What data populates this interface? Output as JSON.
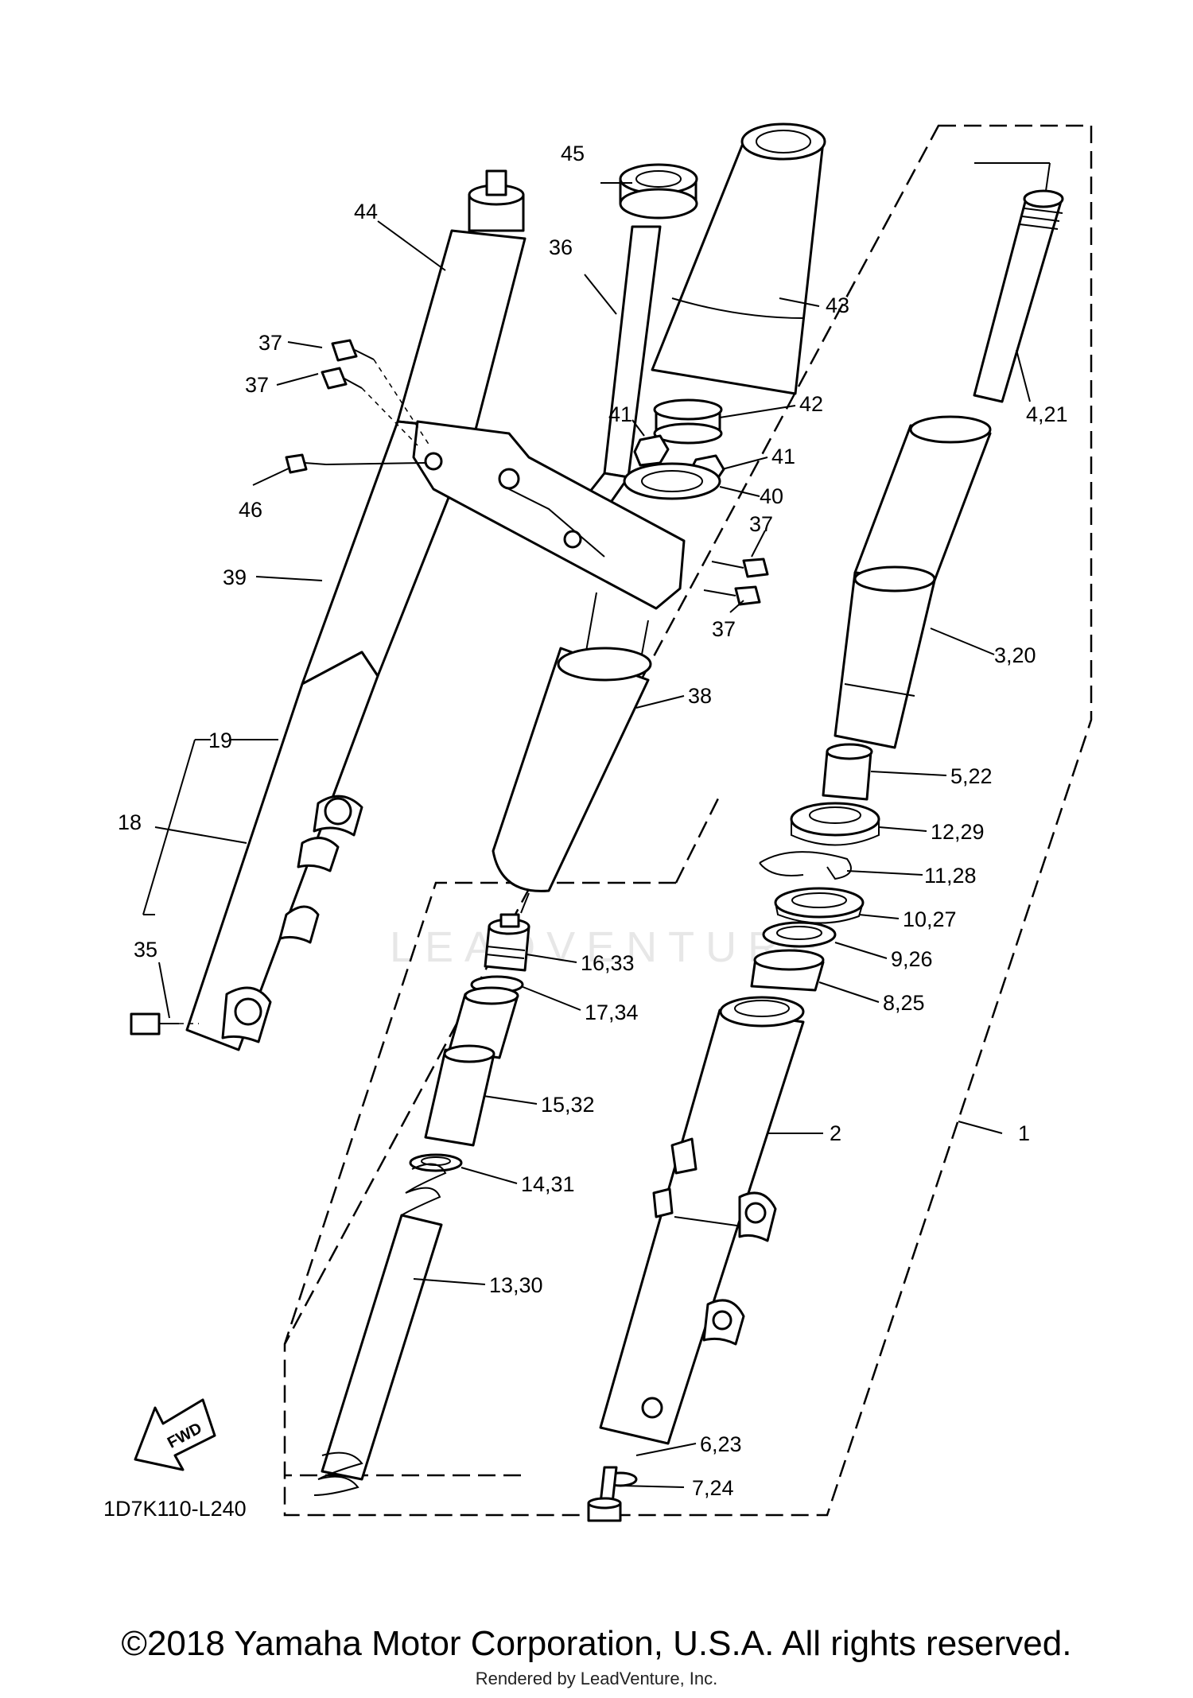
{
  "diagram": {
    "labels": {
      "p1": "1",
      "p2": "2",
      "p3_20": "3,20",
      "p4_21": "4,21",
      "p5_22": "5,22",
      "p6_23": "6,23",
      "p7_24": "7,24",
      "p8_25": "8,25",
      "p9_26": "9,26",
      "p10_27": "10,27",
      "p11_28": "11,28",
      "p12_29": "12,29",
      "p13_30": "13,30",
      "p14_31": "14,31",
      "p15_32": "15,32",
      "p16_33": "16,33",
      "p17_34": "17,34",
      "p18": "18",
      "p19": "19",
      "p35": "35",
      "p36": "36",
      "p37": "37",
      "p38": "38",
      "p39": "39",
      "p40": "40",
      "p41": "41",
      "p42": "42",
      "p43": "43",
      "p44": "44",
      "p45": "45",
      "p46": "46"
    },
    "fwd_label": "FWD",
    "diagram_code": "1D7K110-L240",
    "watermark": "LEADVENTURE"
  },
  "footer": {
    "copyright": "©2018 Yamaha Motor Corporation, U.S.A. All rights reserved.",
    "rendered_by": "Rendered by LeadVenture, Inc."
  }
}
